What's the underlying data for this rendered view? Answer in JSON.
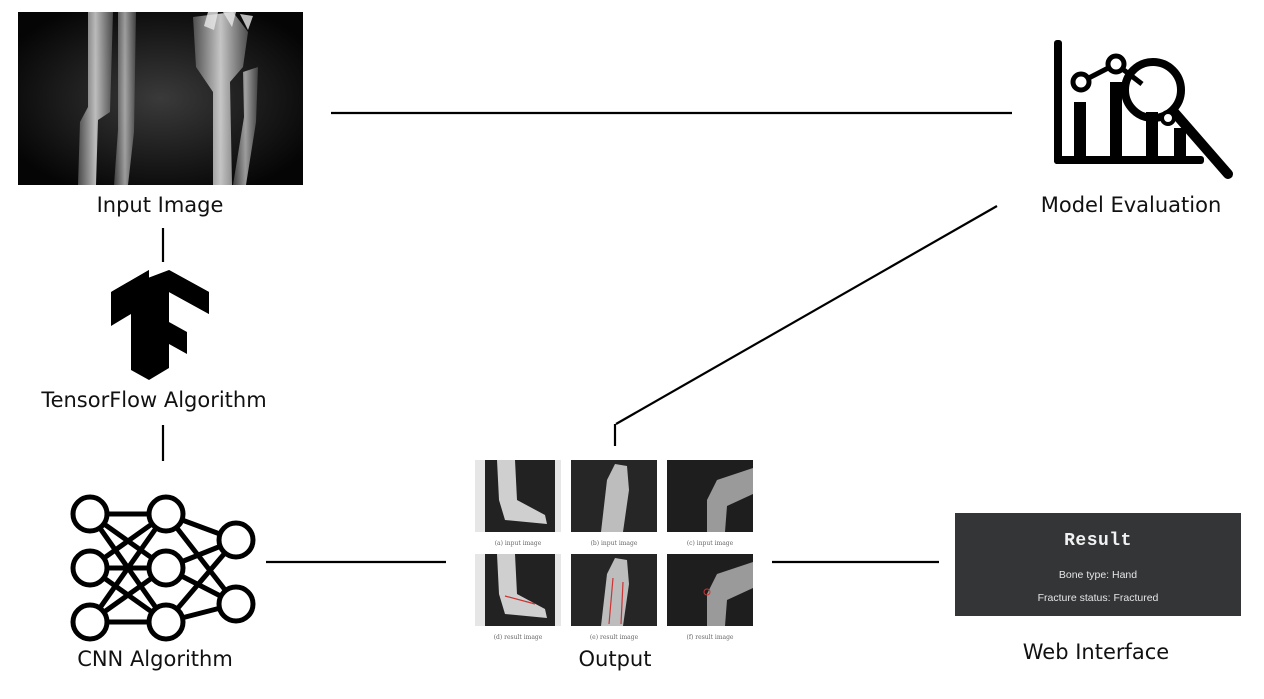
{
  "nodes": {
    "input_image": {
      "label": "Input Image"
    },
    "tensorflow": {
      "label": "TensorFlow Algorithm"
    },
    "cnn": {
      "label": "CNN Algorithm"
    },
    "output": {
      "label": "Output",
      "captions": [
        "(a) input image",
        "(b) input image",
        "(c) input image",
        "(d) result image",
        "(e) result image",
        "(f) result image"
      ]
    },
    "web_interface": {
      "label": "Web Interface",
      "panel_title": "Result",
      "bone_type": "Bone type: Hand",
      "fracture_status": "Fracture status: Fractured"
    },
    "model_evaluation": {
      "label": "Model Evaluation"
    }
  },
  "colors": {
    "line": "#000000",
    "web_panel_bg": "#333537"
  }
}
